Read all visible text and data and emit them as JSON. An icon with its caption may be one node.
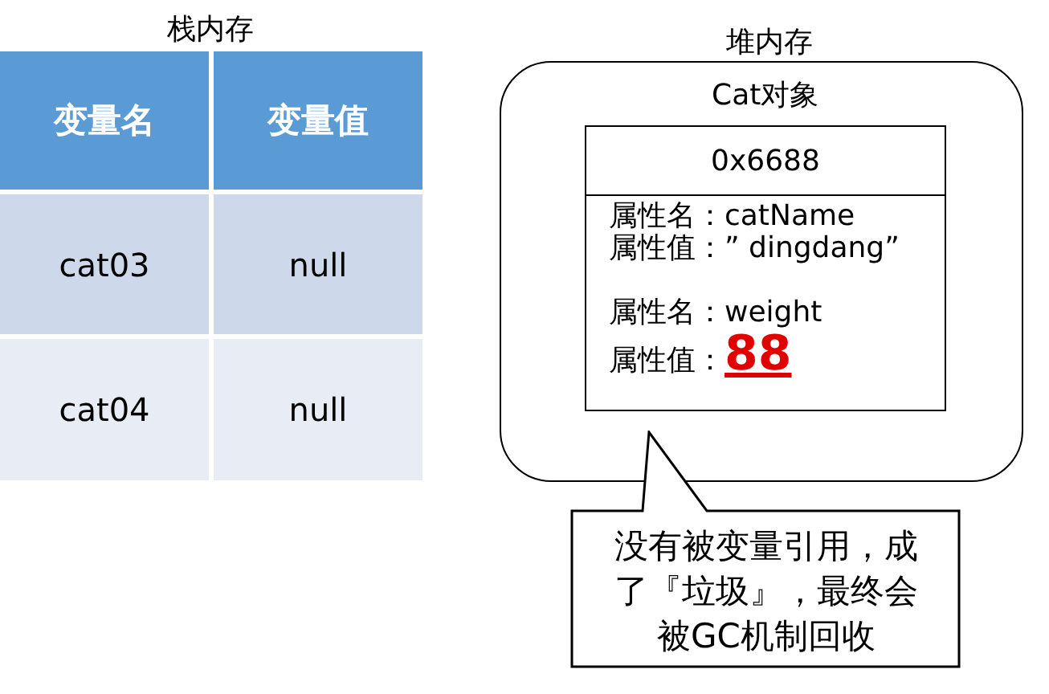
{
  "diagram": {
    "nodes": [
      {
        "text": [
          "堆内存"
        ]
      },
      {
        "text": [
          "0x6688"
        ],
        "beside": [
          "Cat对象"
        ],
        "in": 0
      },
      {
        "text": [
          "属性名：catName",
          "属性值：” dingdang”",
          "属性名：weight",
          "属性值：**88**"
        ],
        "in": 0
      },
      {
        "text": [
          "没有被变量引用，成了『垃圾』，最终会被GC机制回收"
        ]
      }
    ],
    "labels": [
      "栈内存",
      "变量名",
      "变量值",
      "cat03",
      "null",
      "cat04",
      "null"
    ]
  }
}
